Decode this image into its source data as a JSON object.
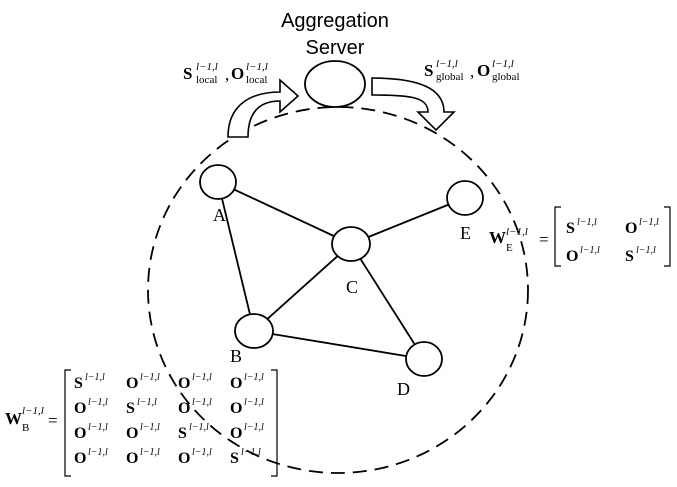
{
  "server": {
    "title_line1": "Aggregation",
    "title_line2": "Server"
  },
  "upload": {
    "s": "S",
    "s_sup": "l−1,l",
    "s_sub": "local",
    "sep": ",",
    "o": "O",
    "o_sup": "l−1,l",
    "o_sub": "local"
  },
  "download": {
    "s": "S",
    "s_sup": "l−1,l",
    "s_sub": "global",
    "sep": ",",
    "o": "O",
    "o_sup": "l−1,l",
    "o_sub": "global"
  },
  "nodes": [
    {
      "id": "A",
      "label": "A"
    },
    {
      "id": "B",
      "label": "B"
    },
    {
      "id": "C",
      "label": "C"
    },
    {
      "id": "D",
      "label": "D"
    },
    {
      "id": "E",
      "label": "E"
    }
  ],
  "edges": [
    [
      "A",
      "B"
    ],
    [
      "A",
      "C"
    ],
    [
      "B",
      "C"
    ],
    [
      "B",
      "D"
    ],
    [
      "C",
      "D"
    ],
    [
      "C",
      "E"
    ]
  ],
  "matrix_e": {
    "lhs": "W",
    "lhs_sub": "E",
    "lhs_sup": "l−1,l",
    "eq": "=",
    "rows": [
      [
        "S",
        "O"
      ],
      [
        "O",
        "S"
      ]
    ],
    "entry_sup": "l−1,l"
  },
  "matrix_b": {
    "lhs": "W",
    "lhs_sub": "B",
    "lhs_sup": "l−1,l",
    "eq": "=",
    "rows": [
      [
        "S",
        "O",
        "O",
        "O"
      ],
      [
        "O",
        "S",
        "O",
        "O"
      ],
      [
        "O",
        "O",
        "S",
        "O"
      ],
      [
        "O",
        "O",
        "O",
        "S"
      ]
    ],
    "entry_sup": "l−1,l"
  },
  "colors": {
    "stroke": "#000000",
    "fill": "#ffffff"
  }
}
